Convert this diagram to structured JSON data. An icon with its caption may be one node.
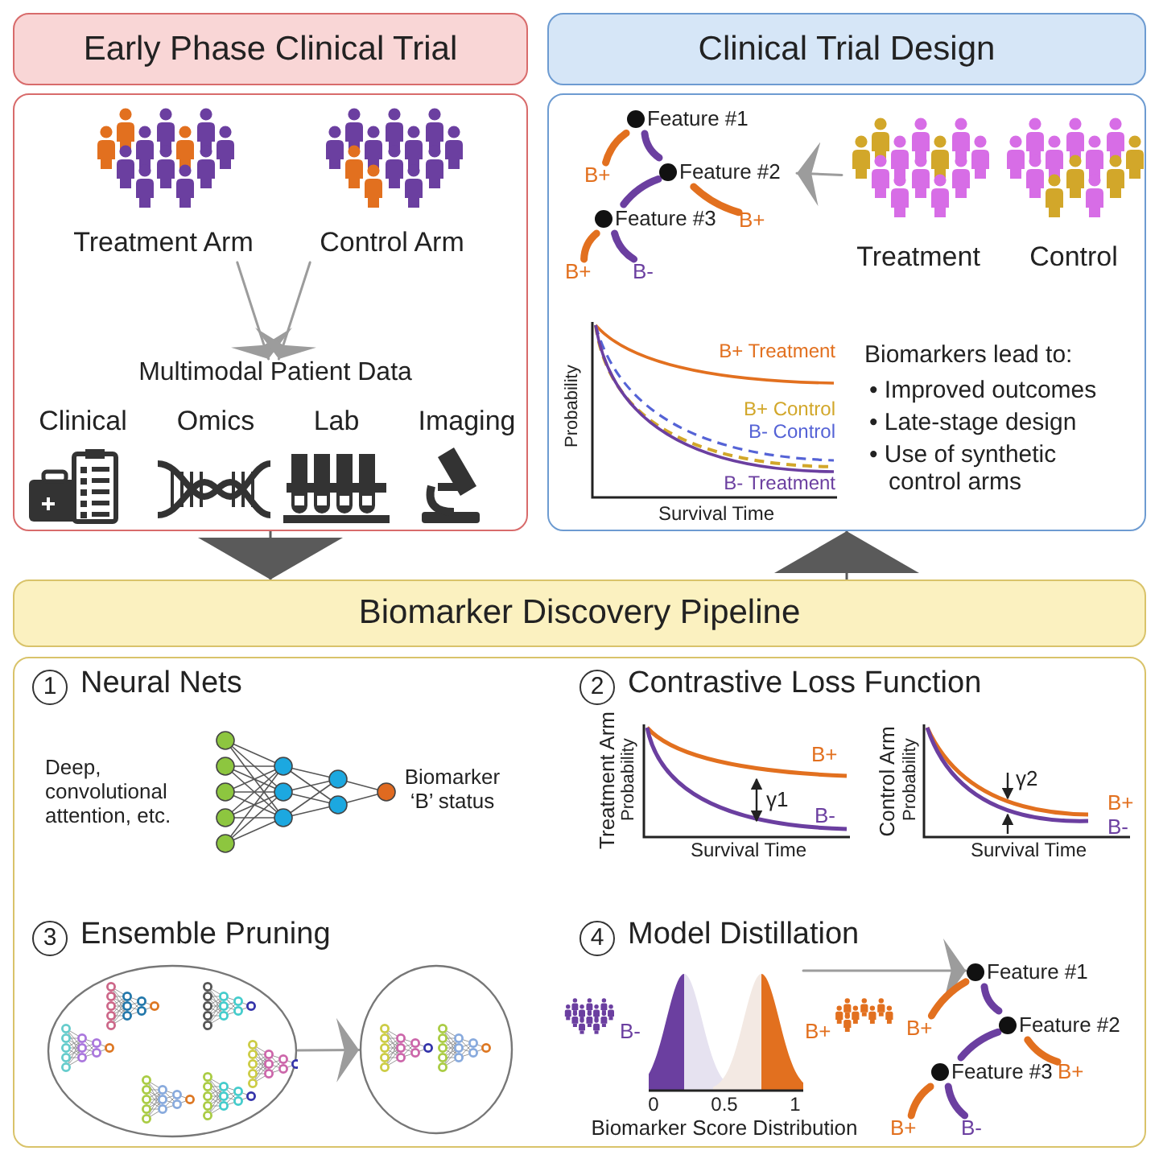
{
  "diagram": {
    "nodes": [
      {
        "text": [
          "Early Phase Clinical Trial"
        ]
      },
      {
        "text": [],
        "shape": "box"
      },
      {
        "text": [
          "Treatment Arm"
        ],
        "in": 1
      },
      {
        "text": [
          "Control Arm"
        ],
        "in": 1
      },
      {
        "text": [
          "Multimodal Patient Data"
        ],
        "in": 1
      },
      {
        "text": [
          "Clinical Trial Design"
        ]
      },
      {
        "text": [],
        "shape": "box"
      },
      {
        "text": [
          "Feature #1"
        ],
        "in": 6
      },
      {
        "text": [
          "B+"
        ],
        "in": 6
      },
      {
        "text": [
          "Feature #2"
        ],
        "in": 6
      },
      {
        "text": [
          "B+"
        ],
        "in": 6
      },
      {
        "text": [
          "Feature #3"
        ],
        "in": 6
      },
      {
        "text": [
          "B+"
        ],
        "in": 6
      },
      {
        "text": [
          "B-"
        ],
        "in": 6
      },
      {
        "text": [
          "Treatment"
        ],
        "in": 6
      },
      {
        "text": [
          "Control"
        ],
        "in": 6
      },
      {
        "text": [
          "Biomarker Discovery Pipeline"
        ]
      },
      {
        "text": [],
        "shape": "box"
      },
      {
        "text": [],
        "shape": "ellipse",
        "in": 17
      },
      {
        "text": [],
        "shape": "circle",
        "in": 17
      },
      {
        "text": [],
        "shape": "chart",
        "in": 17
      },
      {
        "text": [
          "Feature #1"
        ],
        "in": 17
      },
      {
        "text": [
          "B+"
        ],
        "in": 17
      },
      {
        "text": [
          "Feature #2"
        ],
        "in": 17
      },
      {
        "text": [
          "B+"
        ],
        "in": 17
      },
      {
        "text": [
          "Feature #3"
        ],
        "in": 17
      },
      {
        "text": [
          "B+"
        ],
        "in": 17
      },
      {
        "text": [
          "B-"
        ],
        "in": 17
      }
    ],
    "edges": [
      {
        "from": 2,
        "to": 4,
        "arrow": "to",
        "color": "#9c9c9c"
      },
      {
        "from": 3,
        "to": 4,
        "arrow": "to",
        "color": "#9c9c9c"
      },
      {
        "from": 1,
        "to": 16,
        "arrow": "to",
        "color": "#5a5a5a"
      },
      {
        "from": 16,
        "to": 6,
        "arrow": "to",
        "color": "#5a5a5a"
      },
      {
        "from": 7,
        "to": 8,
        "arrow": "none",
        "color": "#e2701f"
      },
      {
        "from": 7,
        "to": 9,
        "arrow": "none",
        "color": "#6b3fa0"
      },
      {
        "from": 9,
        "to": 10,
        "arrow": "none",
        "color": "#e2701f"
      },
      {
        "from": 9,
        "to": 11,
        "arrow": "none",
        "color": "#6b3fa0"
      },
      {
        "from": 11,
        "to": 12,
        "arrow": "none",
        "color": "#e2701f"
      },
      {
        "from": 11,
        "to": 13,
        "arrow": "none",
        "color": "#6b3fa0"
      },
      {
        "from": 14,
        "to": 9,
        "arrow": "to",
        "color": "#9c9c9c"
      },
      {
        "from": 18,
        "to": 19,
        "arrow": "to",
        "color": "#9c9c9c"
      },
      {
        "from": 20,
        "to": 21,
        "arrow": "to",
        "color": "#9c9c9c"
      },
      {
        "from": 21,
        "to": 22,
        "arrow": "none",
        "color": "#e2701f"
      },
      {
        "from": 21,
        "to": 23,
        "arrow": "none",
        "color": "#6b3fa0"
      },
      {
        "from": 23,
        "to": 24,
        "arrow": "none",
        "color": "#e2701f"
      },
      {
        "from": 23,
        "to": 25,
        "arrow": "none",
        "color": "#6b3fa0"
      },
      {
        "from": 25,
        "to": 26,
        "arrow": "none",
        "color": "#e2701f"
      },
      {
        "from": 25,
        "to": 27,
        "arrow": "none",
        "color": "#6b3fa0"
      }
    ],
    "labels": [
      "Clinical",
      "Omics",
      "Lab",
      "Imaging",
      "Probability",
      "Survival Time",
      "B+ Treatment",
      "B+ Control",
      "B- Control",
      "B- Treatment",
      "Biomarkers lead to:",
      "• Improved outcomes",
      "• Late-stage design",
      "• Use of synthetic control arms",
      "1",
      "Neural Nets",
      "Deep, convolutional attention, etc.",
      "Biomarker ‘B’ status",
      "2",
      "Contrastive Loss Function",
      "Treatment Arm",
      "Probability",
      "B+",
      "γ1",
      "B-",
      "Survival Time",
      "Control Arm",
      "Probability",
      "γ2",
      "B+",
      "B-",
      "Survival Time",
      "3",
      "Ensemble Pruning",
      "4",
      "Model Distillation",
      "B-",
      "0",
      "0.5",
      "1",
      "B+",
      "Biomarker Score Distribution"
    ]
  }
}
